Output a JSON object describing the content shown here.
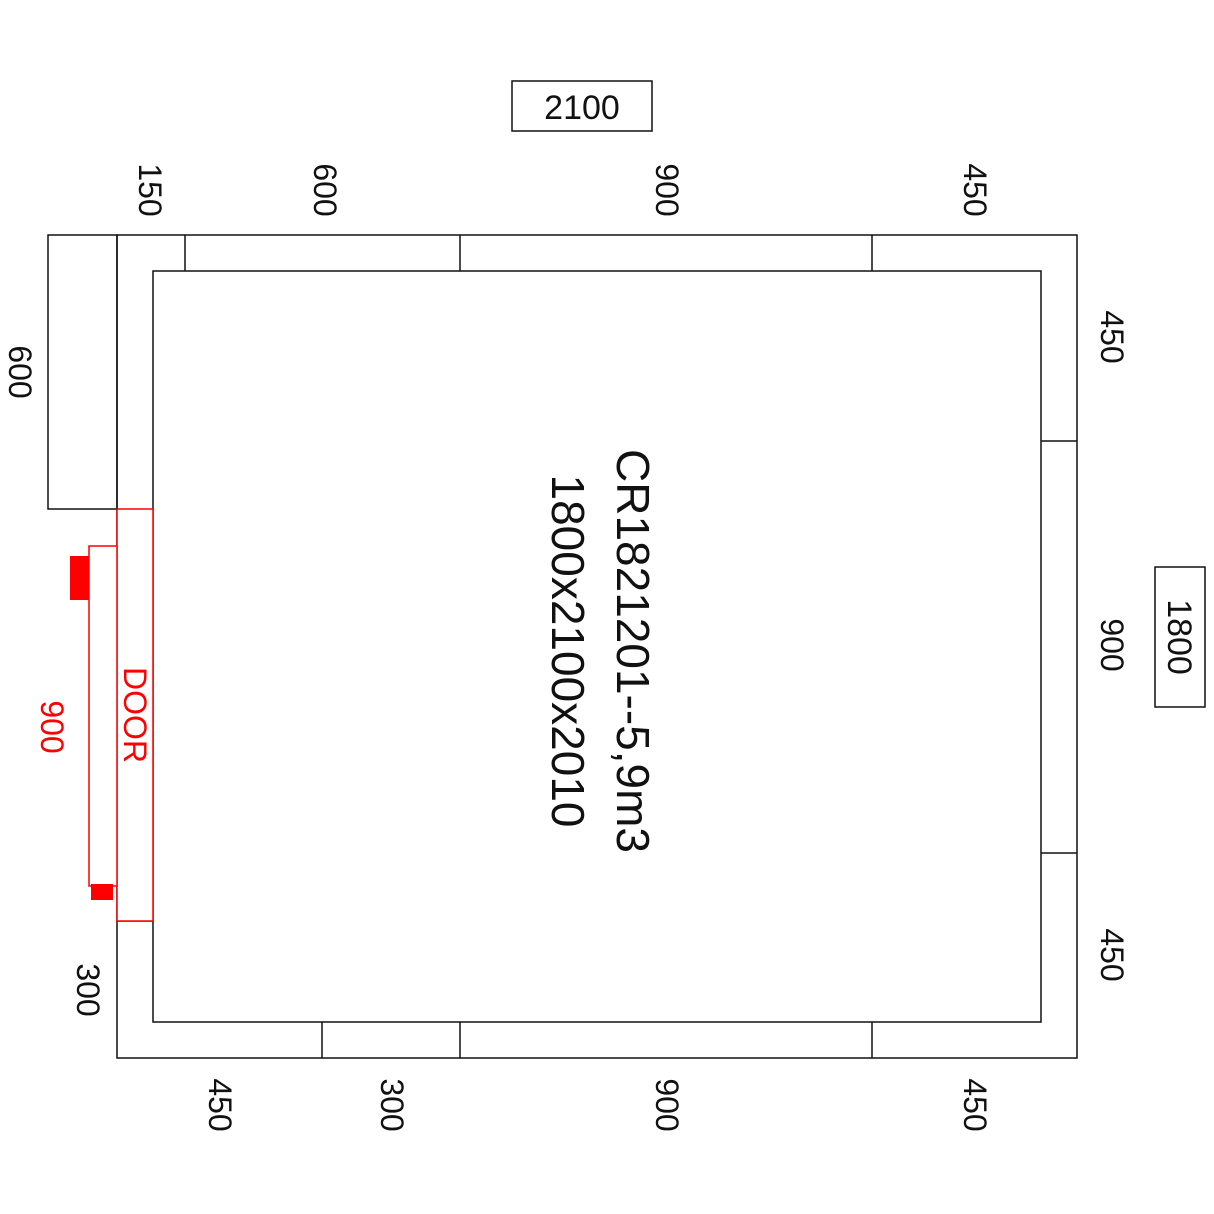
{
  "overall": {
    "width_label": "2100",
    "depth_label": "1800"
  },
  "title": {
    "model": "CR1821201--5,9m3",
    "size": "1800x2100x2010"
  },
  "top_segments": [
    "150",
    "600",
    "900",
    "450"
  ],
  "bottom_segments": [
    "450",
    "300",
    "900",
    "450"
  ],
  "right_segments": [
    "450",
    "900",
    "450"
  ],
  "left_segments": {
    "upper": "600",
    "lower": "300"
  },
  "door": {
    "label": "DOOR",
    "width": "900",
    "color": "#ff0000"
  }
}
